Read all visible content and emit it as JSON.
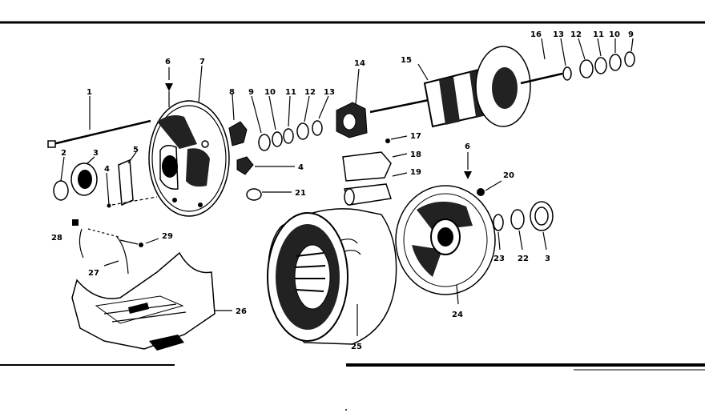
{
  "labels": {
    "l1": "1",
    "l2": "2",
    "l3a": "3",
    "l3b": "3",
    "l4a": "4",
    "l4b": "4",
    "l5": "5",
    "l6a": "6",
    "l6b": "6",
    "l7": "7",
    "l8": "8",
    "l9a": "9",
    "l9b": "9",
    "l10a": "10",
    "l10b": "10",
    "l11a": "11",
    "l11b": "11",
    "l12a": "12",
    "l12b": "12",
    "l13a": "13",
    "l13b": "13",
    "l14": "14",
    "l15": "15",
    "l16": "16",
    "l17": "17",
    "l18": "18",
    "l19": "19",
    "l20": "20",
    "l21": "21",
    "l22": "22",
    "l23": "23",
    "l24": "24",
    "l25": "25",
    "l26": "26",
    "l27": "27",
    "l28": "28",
    "l29": "29"
  }
}
